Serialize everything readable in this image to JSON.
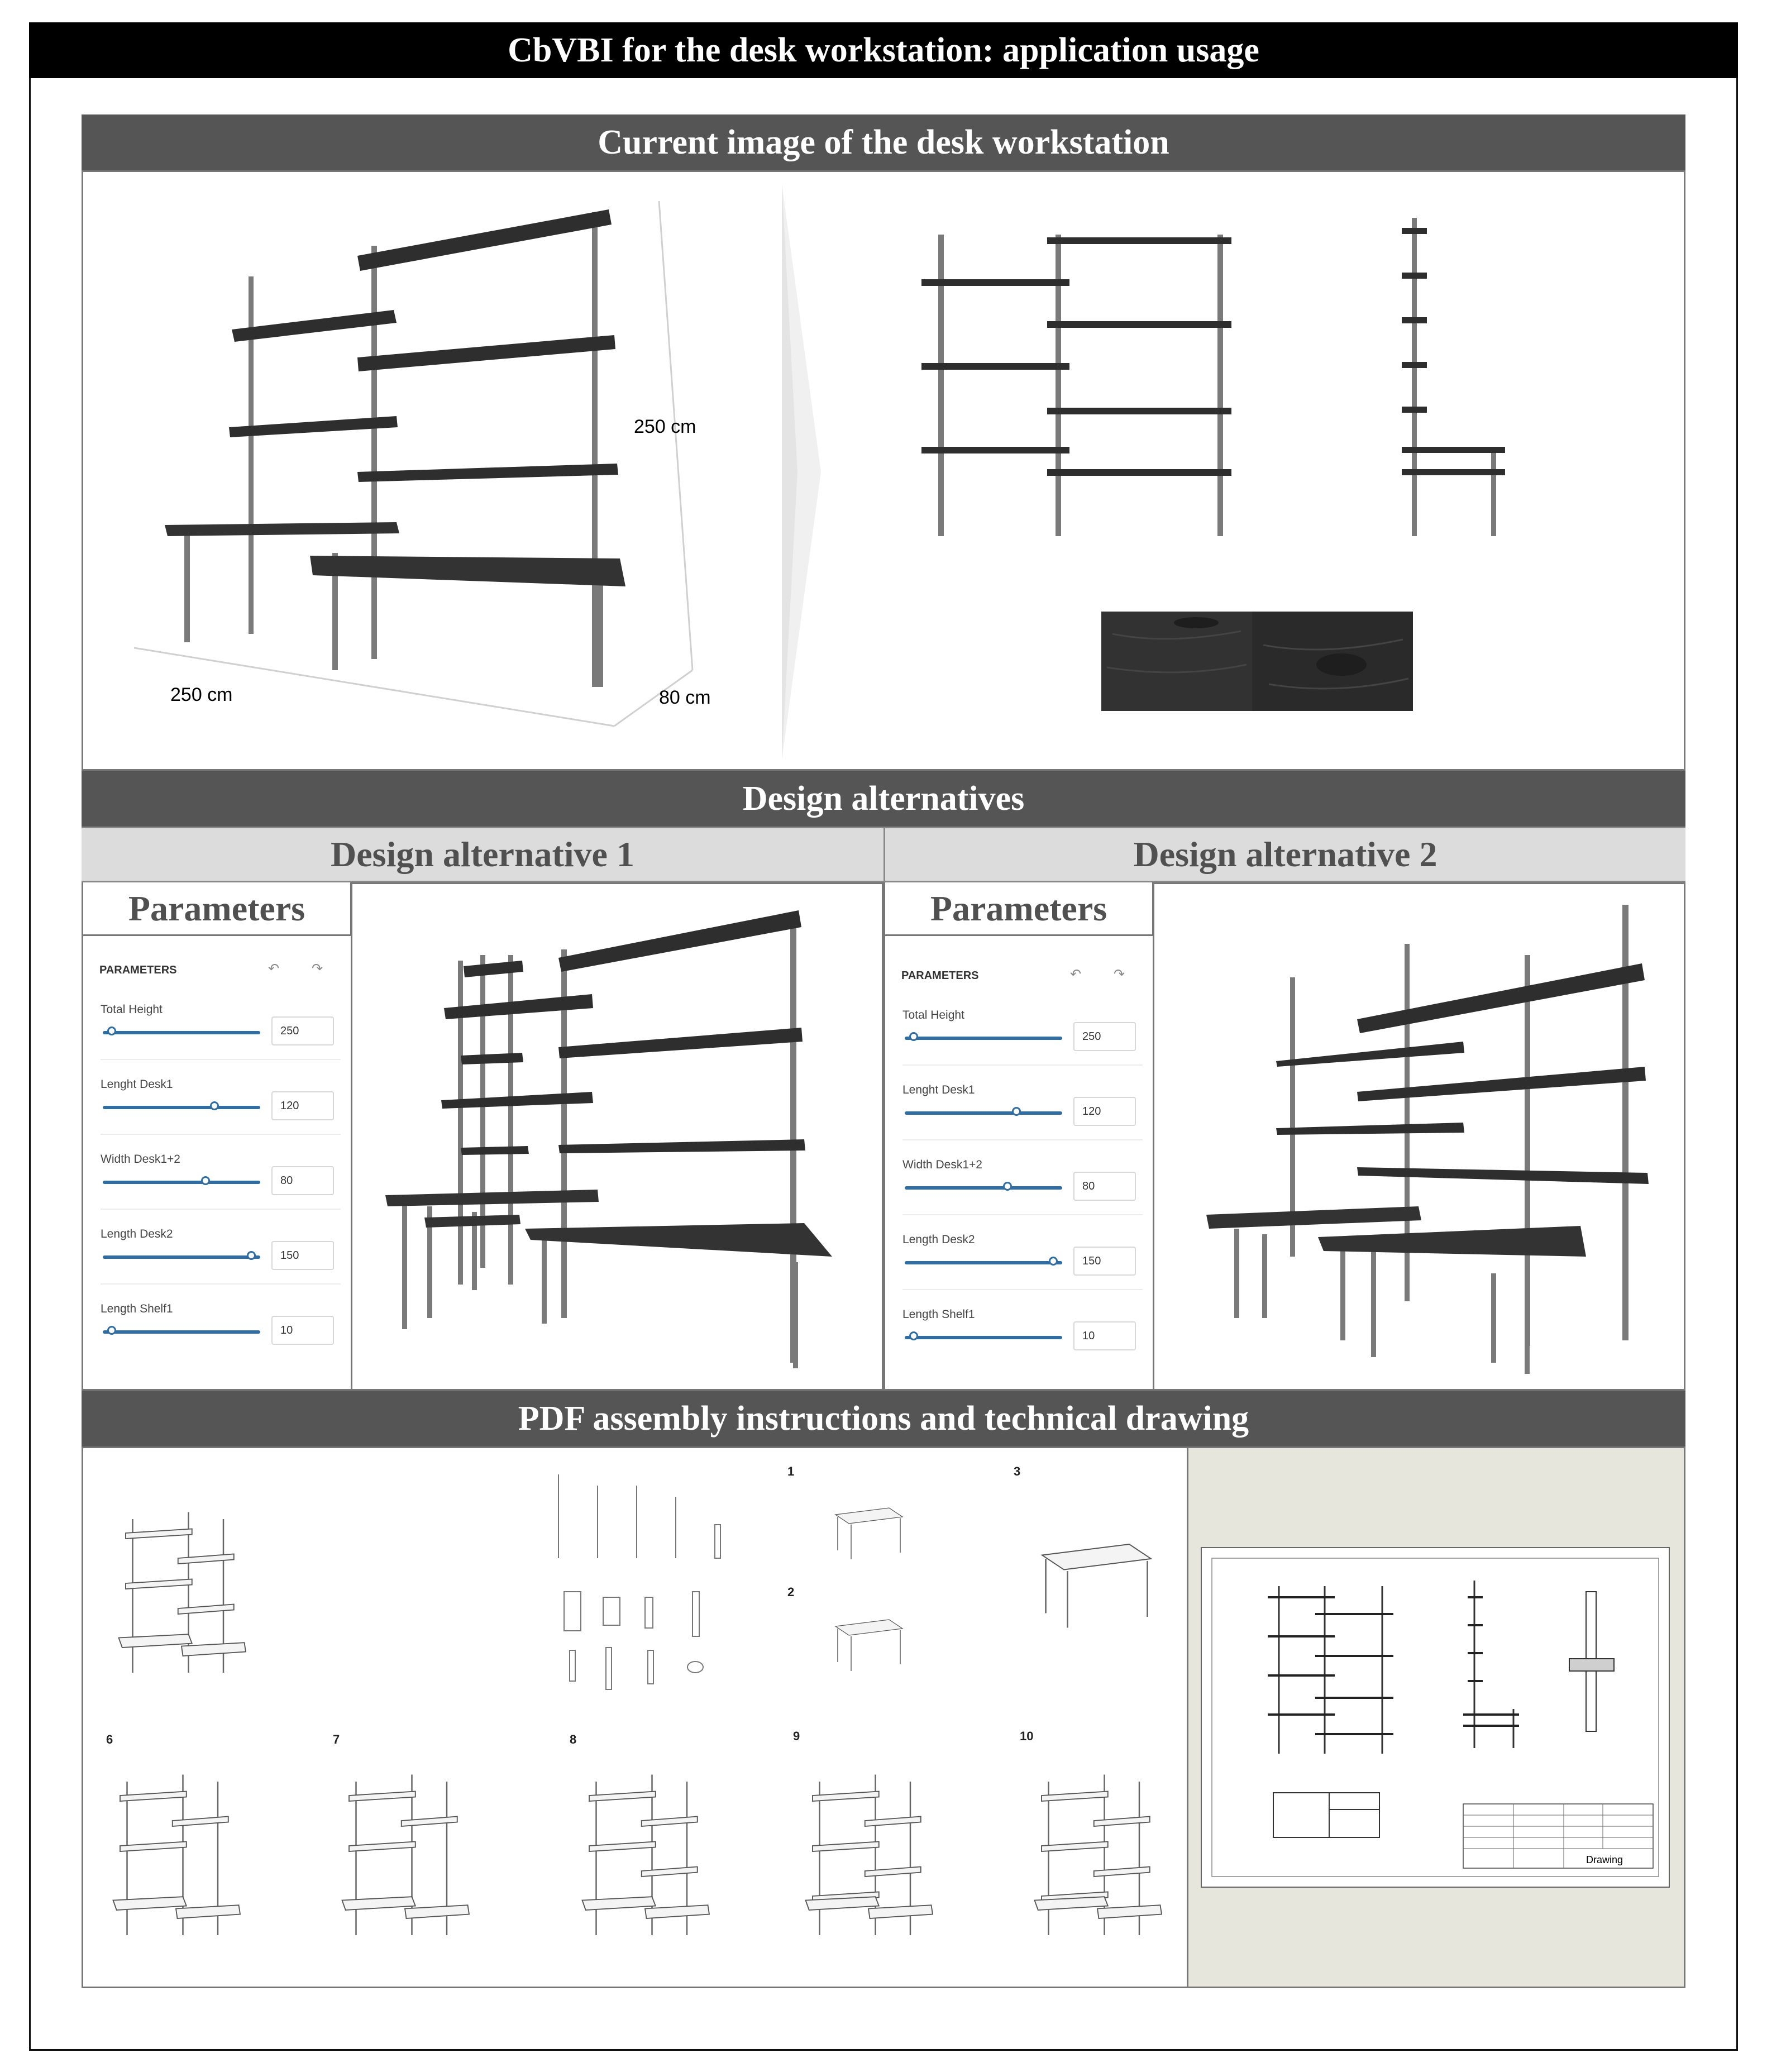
{
  "title": "CbVBI for the desk workstation: application usage",
  "sections": {
    "current": "Current image of the desk workstation",
    "alternatives": "Design alternatives",
    "pdf": "PDF assembly instructions and technical drawing"
  },
  "current_view": {
    "dim_height": "250 cm",
    "dim_length": "250 cm",
    "dim_depth": "80 cm"
  },
  "alternatives": [
    {
      "title": "Design alternative 1",
      "params_tab": "Parameters",
      "panel_heading": "PARAMETERS",
      "params": [
        {
          "label": "Total Height",
          "value": "250",
          "level": 0.03
        },
        {
          "label": "Lenght Desk1",
          "value": "120",
          "level": 0.72
        },
        {
          "label": "Width Desk1+2",
          "value": "80",
          "level": 0.66
        },
        {
          "label": "Length Desk2",
          "value": "150",
          "level": 0.97
        },
        {
          "label": "Length Shelf1",
          "value": "10",
          "level": 0.03
        }
      ]
    },
    {
      "title": "Design alternative 2",
      "params_tab": "Parameters",
      "panel_heading": "PARAMETERS",
      "params": [
        {
          "label": "Total Height",
          "value": "250",
          "level": 0.03
        },
        {
          "label": "Lenght Desk1",
          "value": "120",
          "level": 0.72
        },
        {
          "label": "Width Desk1+2",
          "value": "80",
          "level": 0.66
        },
        {
          "label": "Length Desk2",
          "value": "150",
          "level": 0.97
        },
        {
          "label": "Length Shelf1",
          "value": "10",
          "level": 0.03
        }
      ]
    }
  ],
  "assembly_steps": [
    "1",
    "2",
    "3",
    "6",
    "7",
    "8",
    "9",
    "10"
  ],
  "drawing_title": "Drawing",
  "colors": {
    "title_bar": "#000000",
    "section_bar": "#555555",
    "alt_bar": "#dcdcdc",
    "slider": "#2f6ea5",
    "drawing_bg": "#e6e6dc",
    "wood": "#2e2e2e",
    "metal": "#7a7a7a"
  }
}
